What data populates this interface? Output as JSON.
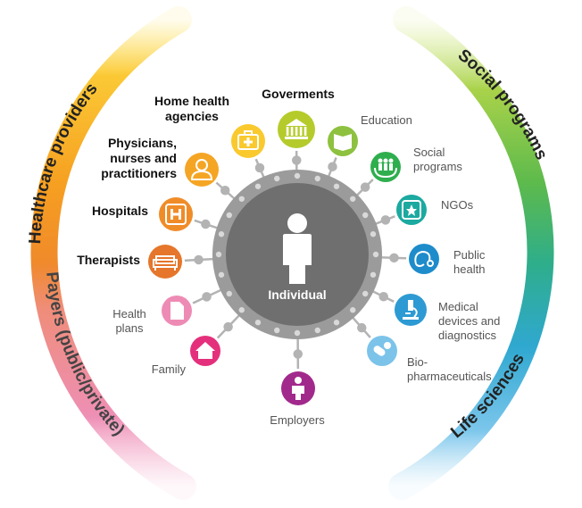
{
  "center": {
    "label": "Individual"
  },
  "rings": {
    "healthcare_providers": "Healthcare providers",
    "payers": "Payers (public/private)",
    "social_programs": "Social programs",
    "life_sciences": "Life sciences"
  },
  "stakeholders": {
    "goverments": {
      "lines": [
        "Goverments"
      ],
      "color": "#B5CB2C",
      "icon": "government-building-icon"
    },
    "home_health": {
      "lines": [
        "Home health",
        "agencies"
      ],
      "color": "#F9C92E",
      "icon": "medical-kit-icon"
    },
    "physicians": {
      "lines": [
        "Physicians,",
        "nurses and",
        "practitioners"
      ],
      "color": "#F5A524",
      "icon": "doctor-icon"
    },
    "hospitals": {
      "lines": [
        "Hospitals"
      ],
      "color": "#F08C28",
      "icon": "hospital-icon"
    },
    "therapists": {
      "lines": [
        "Therapists"
      ],
      "color": "#E5762B",
      "icon": "couch-icon"
    },
    "health_plans": {
      "lines": [
        "Health",
        "plans"
      ],
      "color": "#EE8BB5",
      "icon": "document-icon"
    },
    "family": {
      "lines": [
        "Family"
      ],
      "color": "#E4307C",
      "icon": "house-icon"
    },
    "employers": {
      "lines": [
        "Employers"
      ],
      "color": "#A2298C",
      "icon": "employee-icon"
    },
    "education": {
      "lines": [
        "Education"
      ],
      "color": "#8DC13F",
      "icon": "book-icon"
    },
    "social_programs": {
      "lines": [
        "Social",
        "programs"
      ],
      "color": "#2FAE4E",
      "icon": "family-hands-icon"
    },
    "ngos": {
      "lines": [
        "NGOs"
      ],
      "color": "#1BA9A0",
      "icon": "star-icon"
    },
    "public_health": {
      "lines": [
        "Public",
        "health"
      ],
      "color": "#1E8CCB",
      "icon": "stethoscope-icon"
    },
    "medical_devices": {
      "lines": [
        "Medical",
        "devices and",
        "diagnostics"
      ],
      "color": "#2D9AD3",
      "icon": "microscope-icon"
    },
    "biopharma": {
      "lines": [
        "Bio-",
        "pharmaceuticals"
      ],
      "color": "#7CC3EA",
      "icon": "pills-icon"
    }
  }
}
